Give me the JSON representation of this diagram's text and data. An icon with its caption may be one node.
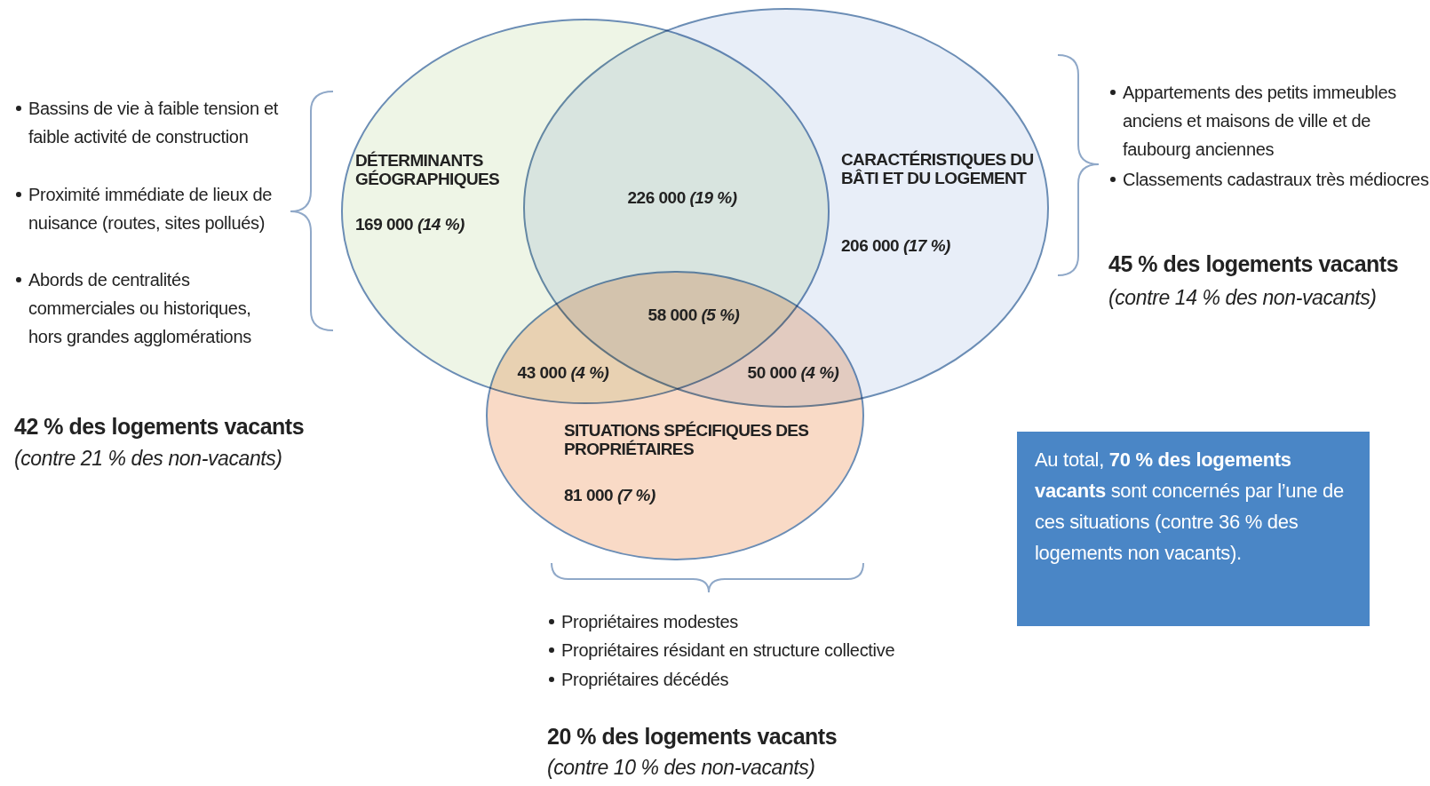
{
  "diagram": {
    "nodes": [
      {
        "text": [
          "DÉTERMINANTS GÉOGRAPHIQUES",
          "169 000 *(14 %)*"
        ]
      },
      {
        "text": [
          "CARACTÉRISTIQUES DU BÂTI ET DU LOGEMENT",
          "206 000 *(17 %)*"
        ]
      },
      {
        "text": [
          "SITUATIONS SPÉCIFIQUES DES PROPRIÉTAIRES",
          "81 000 *(7 %)*"
        ]
      },
      {
        "text": [
          "Au total, **70 % des logements vacants** sont concernés par l’une de ces situations (contre 36 % des logements non vacants)."
        ]
      }
    ],
    "labels": [
      "Bassins de vie à faible tension et faible activité de construction",
      "Proximité immédiate de lieux de nuisance (routes, sites pollués)",
      "Abords de centralités commerciales ou historiques, hors grandes agglomérations",
      "42 % des logements vacants",
      "(contre 21 % des non-vacants)",
      "Appartements des petits immeubles anciens et maisons de ville et de faubourg anciennes",
      "Classements cadastraux très médiocres",
      "45 % des logements vacants",
      "(contre 14 % des non-vacants)",
      "226 000 *(19 %)*",
      "58 000 *(5 %)*",
      "43 000 *(4 %)*",
      "50 000 *(4 %)*",
      "Propriétaires modestes",
      "Propriétaires résidant en structure collective",
      "Propriétaires décédés",
      "20 % des logements vacants",
      "(contre 10 % des non-vacants)"
    ]
  }
}
